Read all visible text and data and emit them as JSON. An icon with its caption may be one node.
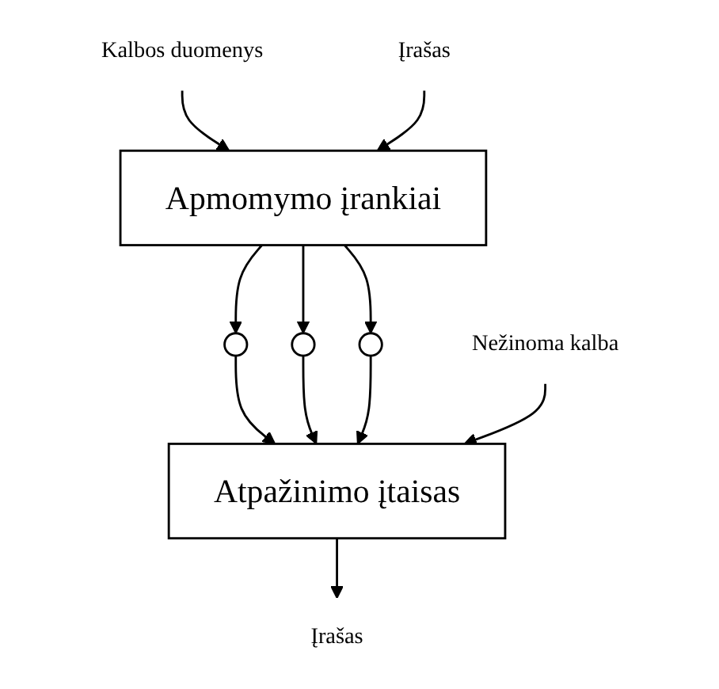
{
  "diagram": {
    "nodes": [
      {
        "text": [
          "Kalbos duomenys"
        ]
      },
      {
        "text": [
          "Įrašas"
        ]
      },
      {
        "text": [
          "Apmomymo įrankiai"
        ]
      },
      {
        "text": [],
        "shape": "circle"
      },
      {
        "text": [],
        "shape": "circle"
      },
      {
        "text": [],
        "shape": "circle"
      },
      {
        "text": [
          "Atpažinimo įtaisas"
        ]
      },
      {
        "text": [
          "Nežinoma kalba"
        ]
      },
      {
        "text": [
          "Įrašas"
        ]
      }
    ],
    "edges": [
      {
        "from": 0,
        "to": 2,
        "arrow": "to"
      },
      {
        "from": 1,
        "to": 2,
        "arrow": "to"
      },
      {
        "from": 2,
        "to": 3,
        "arrow": "to"
      },
      {
        "from": 2,
        "to": 4,
        "arrow": "to"
      },
      {
        "from": 2,
        "to": 5,
        "arrow": "to"
      },
      {
        "from": 3,
        "to": 6,
        "arrow": "to"
      },
      {
        "from": 4,
        "to": 6,
        "arrow": "to"
      },
      {
        "from": 5,
        "to": 6,
        "arrow": "to"
      },
      {
        "from": 7,
        "to": 6,
        "arrow": "to"
      },
      {
        "from": 6,
        "to": 8,
        "arrow": "to"
      }
    ]
  }
}
